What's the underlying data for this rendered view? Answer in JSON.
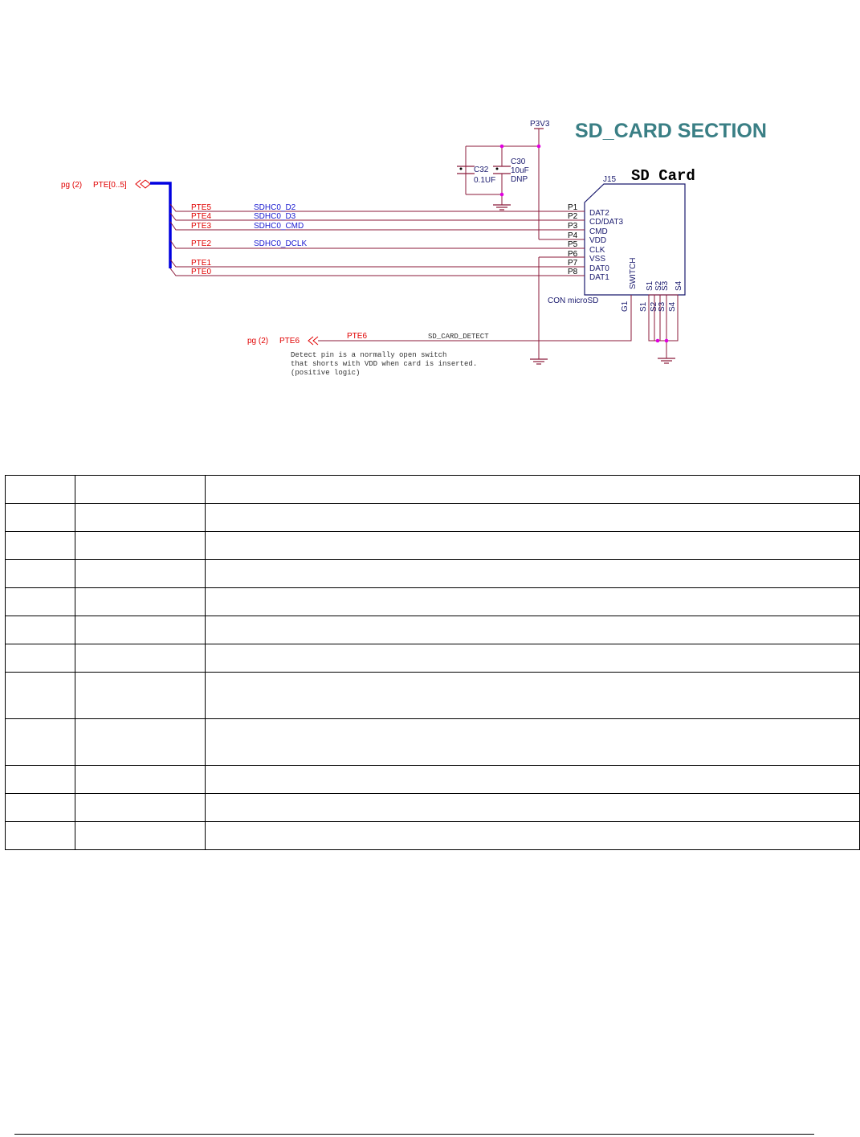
{
  "schematic": {
    "title": "SD_CARD SECTION",
    "title_color": "#3a7f85",
    "connector": {
      "refdes": "J15",
      "label": "SD Card",
      "part": "CON microSD",
      "switch_label": "SWITCH",
      "ground_pin": "G1",
      "pin_numbers": [
        "P1",
        "P2",
        "P3",
        "P4",
        "P5",
        "P6",
        "P7",
        "P8"
      ],
      "pin_names": [
        "DAT2",
        "CD/DAT3",
        "CMD",
        "VDD",
        "CLK",
        "VSS",
        "DAT0",
        "DAT1"
      ],
      "switch_pin_names": [
        "S1",
        "S2",
        "S3",
        "S4"
      ]
    },
    "power_rail": "P3V3",
    "capacitors": [
      {
        "ref": "C32",
        "value": "0.1UF",
        "note": ""
      },
      {
        "ref": "C30",
        "value": "10uF",
        "note": "DNP"
      }
    ],
    "offpage_bus": {
      "page_ref": "pg (2)",
      "name": "PTE[0..5]"
    },
    "offpage_detect": {
      "page_ref": "pg (2)",
      "name": "PTE6"
    },
    "nets": [
      {
        "port": "PTE5",
        "signal": "SDHC0_D2"
      },
      {
        "port": "PTE4",
        "signal": "SDHC0_D3"
      },
      {
        "port": "PTE3",
        "signal": "SDHC0_CMD"
      },
      {
        "port": "PTE2",
        "signal": "SDHC0_DCLK"
      },
      {
        "port": "PTE1",
        "signal": ""
      },
      {
        "port": "PTE0",
        "signal": ""
      }
    ],
    "detect_net": {
      "port": "PTE6",
      "signal": "SD_CARD_DETECT"
    },
    "detect_note": [
      "Detect pin is a normally open switch",
      "that shorts with VDD when card is inserted.",
      "(positive logic)"
    ],
    "colors": {
      "net_wire": "#8b1a3a",
      "red_label": "#e00000",
      "blue_label": "#1a1ad0",
      "bus": "#0000e0",
      "junction": "#e000e0",
      "component": "#1a1a6e"
    }
  },
  "table": {
    "rows": [
      [
        "",
        "",
        ""
      ],
      [
        "",
        "",
        ""
      ],
      [
        "",
        "",
        ""
      ],
      [
        "",
        "",
        ""
      ],
      [
        "",
        "",
        ""
      ],
      [
        "",
        "",
        ""
      ],
      [
        "",
        "",
        ""
      ],
      [
        "",
        "",
        ""
      ],
      [
        "",
        "",
        ""
      ],
      [
        "",
        "",
        ""
      ],
      [
        "",
        "",
        ""
      ],
      [
        "",
        "",
        ""
      ]
    ]
  }
}
